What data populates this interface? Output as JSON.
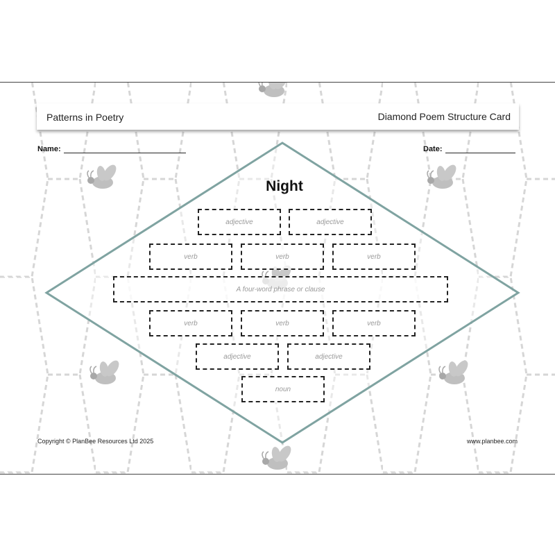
{
  "header": {
    "left_title": "Patterns in Poetry",
    "right_title": "Diamond Poem Structure Card"
  },
  "fields": {
    "name_label": "Name:",
    "date_label": "Date:"
  },
  "poem": {
    "title": "Night",
    "row1": [
      "adjective",
      "adjective"
    ],
    "row2": [
      "verb",
      "verb",
      "verb"
    ],
    "row3": [
      "A four-word phrase or clause"
    ],
    "row4": [
      "verb",
      "verb",
      "verb"
    ],
    "row5": [
      "adjective",
      "adjective"
    ],
    "row6": [
      "noun"
    ]
  },
  "footer": {
    "copyright": "Copyright © PlanBee Resources Ltd 2025",
    "website": "www.planbee.com"
  },
  "colors": {
    "diamond": "#7fa3a1",
    "hex_pattern": "#d6d6d6",
    "bee": "#bfbfbf",
    "box_border": "#222222"
  },
  "icons": [
    "bee-icon"
  ]
}
